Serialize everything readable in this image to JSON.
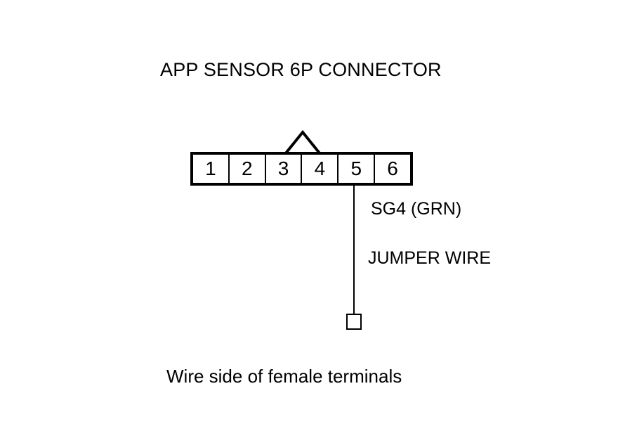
{
  "diagram": {
    "title": "APP SENSOR 6P CONNECTOR",
    "caption": "Wire side of female terminals",
    "connector": {
      "pin_count": 6,
      "pins": [
        {
          "number": "1"
        },
        {
          "number": "2"
        },
        {
          "number": "3"
        },
        {
          "number": "4"
        },
        {
          "number": "5"
        },
        {
          "number": "6"
        }
      ],
      "keyway_notch": "triangular-notch-above-pins-3-and-4"
    },
    "wire": {
      "origin_pin": "5",
      "signal_label": "SG4 (GRN)",
      "type_label": "JUMPER WIRE",
      "terminal_shape": "square"
    },
    "colors": {
      "line": "#000000",
      "background": "#ffffff",
      "text": "#000000"
    }
  }
}
